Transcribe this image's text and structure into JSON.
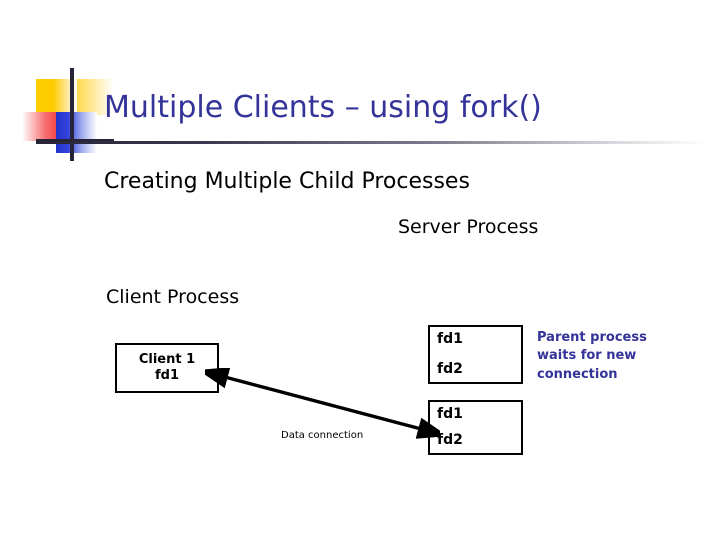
{
  "slide": {
    "title": "Multiple Clients – using fork()",
    "subtitle": "Creating Multiple Child Processes",
    "accent_color": "#333399",
    "rule_color": "#262436",
    "background_color": "#ffffff"
  },
  "decor": {
    "yellow_swatch": "#FFCC00",
    "red_swatch": "#F03030",
    "blue_swatch": "#2233CC",
    "crosshair_color": "#262436"
  },
  "diagram": {
    "server_process_label": "Server Process",
    "client_process_label": "Client Process",
    "client_box": {
      "line1": "Client 1",
      "line2": "fd1"
    },
    "server_boxes": [
      {
        "line1": "fd1",
        "line2": "fd2"
      },
      {
        "line1": "fd1",
        "line2": "fd2"
      }
    ],
    "connection_label": "Data connection",
    "connection_arrow": "double-headed",
    "parent_note": "Parent process waits for new connection"
  }
}
